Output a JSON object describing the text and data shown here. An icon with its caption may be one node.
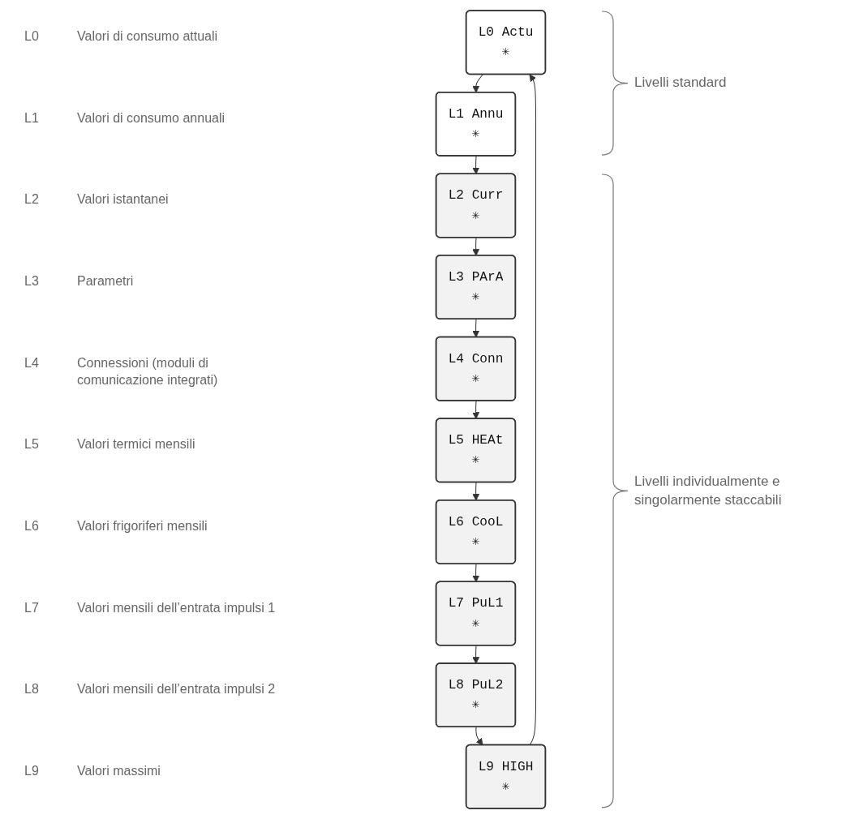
{
  "diagram": {
    "nodes": [
      {
        "text": [
          "L0 Actu",
          "✳"
        ]
      },
      {
        "text": [
          "L1 Annu",
          "✳"
        ]
      },
      {
        "text": [
          "L2 Curr",
          "✳"
        ]
      },
      {
        "text": [
          "L3 PArA",
          "✳"
        ]
      },
      {
        "text": [
          "L4 Conn",
          "✳"
        ]
      },
      {
        "text": [
          "L5 HEAt",
          "✳"
        ]
      },
      {
        "text": [
          "L6 CooL",
          "✳"
        ]
      },
      {
        "text": [
          "L7 PuL1",
          "✳"
        ]
      },
      {
        "text": [
          "L8 PuL2",
          "✳"
        ]
      },
      {
        "text": [
          "L9 HIGH",
          "✳"
        ]
      }
    ],
    "edges": [
      {
        "from": 0,
        "to": 1,
        "arrow": "to"
      },
      {
        "from": 1,
        "to": 2,
        "arrow": "to"
      },
      {
        "from": 2,
        "to": 3,
        "arrow": "to"
      },
      {
        "from": 3,
        "to": 4,
        "arrow": "to"
      },
      {
        "from": 4,
        "to": 5,
        "arrow": "to"
      },
      {
        "from": 5,
        "to": 6,
        "arrow": "to"
      },
      {
        "from": 6,
        "to": 7,
        "arrow": "to"
      },
      {
        "from": 7,
        "to": 8,
        "arrow": "to"
      },
      {
        "from": 8,
        "to": 9,
        "arrow": "to"
      },
      {
        "from": 9,
        "to": 0,
        "arrow": "to"
      }
    ],
    "labels": [
      "L0",
      "Valori di consumo attuali",
      "L1",
      "Valori di consumo annuali",
      "L2",
      "Valori istantanei",
      "L3",
      "Parametri",
      "L4",
      "Connessioni (moduli di comunicazione integrati)",
      "L5",
      "Valori termici mensili",
      "L6",
      "Valori frigoriferi mensili",
      "L7",
      "Valori mensili dell’entrata impulsi 1",
      "L8",
      "Valori mensili dell’entrata impulsi 2",
      "L9",
      "Valori massimi",
      "Livelli standard",
      "Livelli individualmente e singolarmente staccabili"
    ]
  }
}
